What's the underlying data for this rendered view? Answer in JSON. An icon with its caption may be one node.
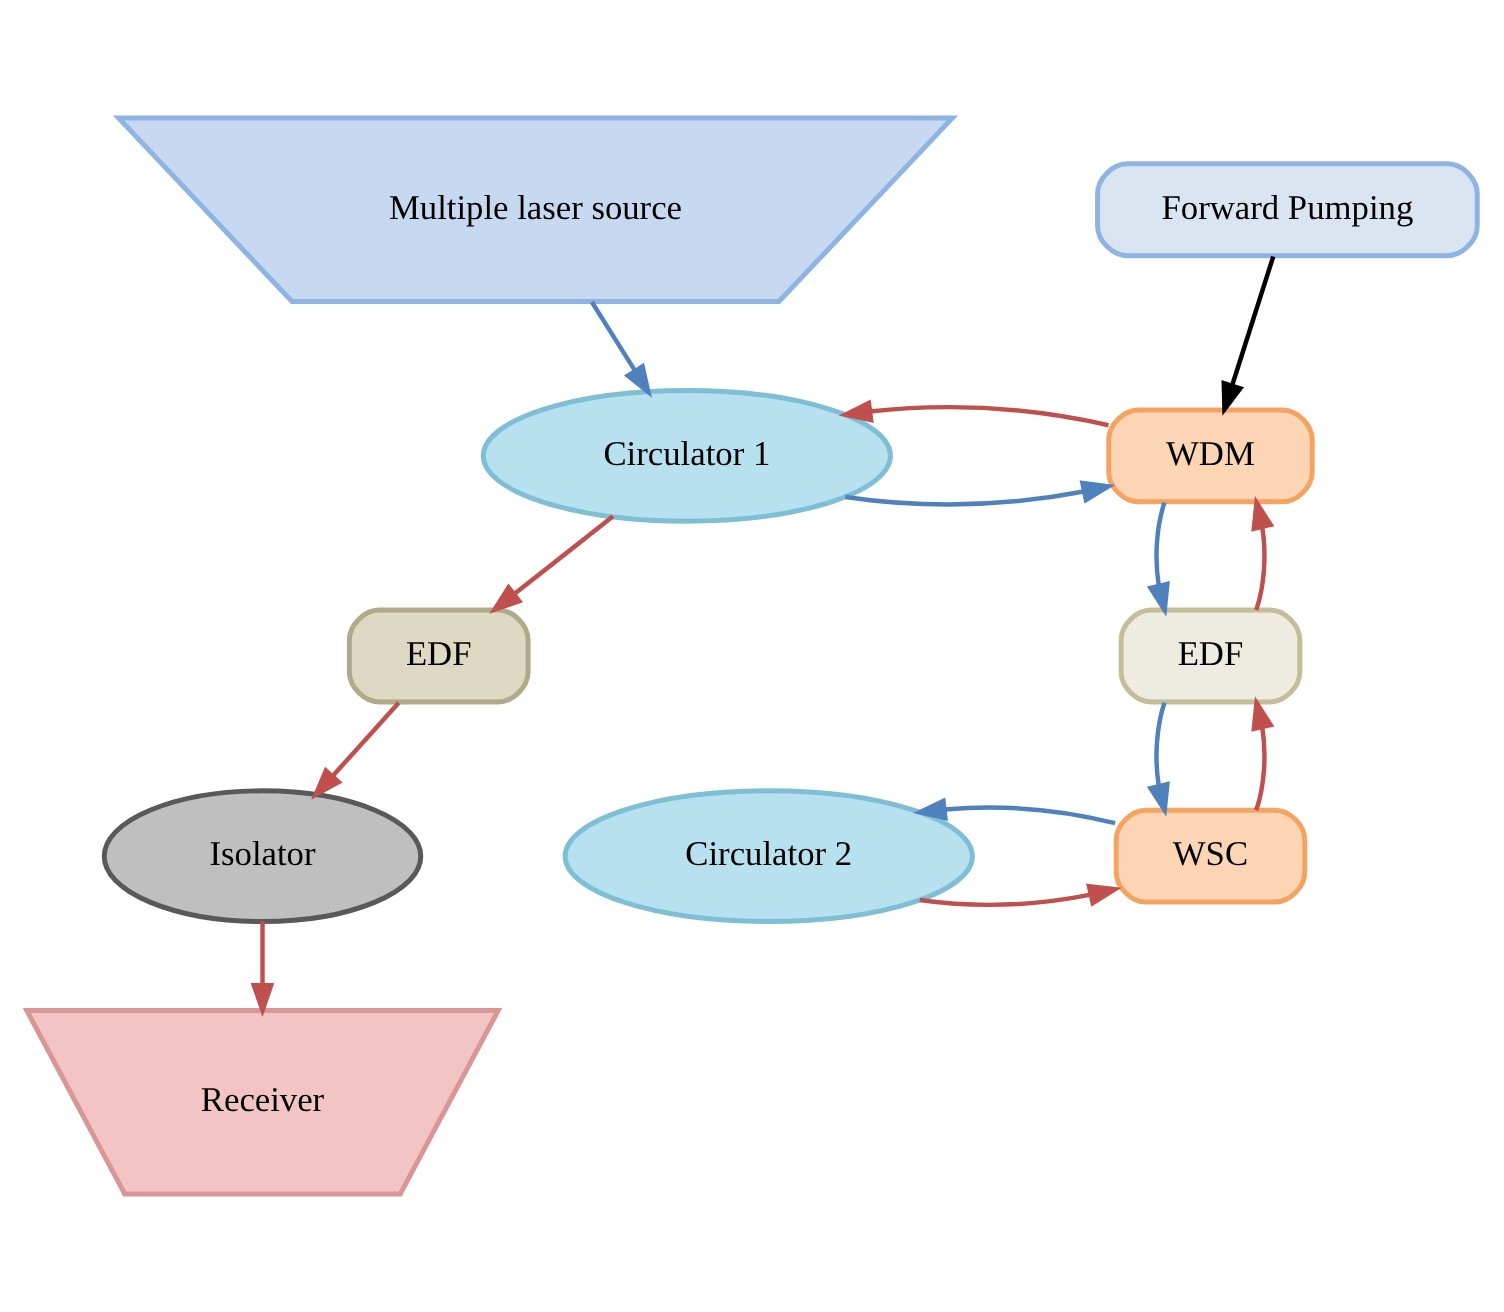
{
  "diagram": {
    "nodes": [
      {
        "text": [
          "Multiple laser source"
        ]
      },
      {
        "text": [
          "Circulator 1"
        ]
      },
      {
        "text": [
          "WDM"
        ]
      },
      {
        "text": [
          "EDF"
        ]
      },
      {
        "text": [
          "Forward Pumping"
        ]
      },
      {
        "text": [
          "Isolator"
        ]
      },
      {
        "text": [
          "EDF"
        ]
      },
      {
        "text": [
          "Receiver"
        ]
      },
      {
        "text": [
          "Circulator 2"
        ]
      },
      {
        "text": [
          "WSC"
        ]
      }
    ],
    "edges": [
      {
        "from": 0,
        "to": 1,
        "arrow": "to",
        "color": "#4f81bd"
      },
      {
        "from": 1,
        "to": 2,
        "arrow": "to",
        "color": "#4f81bd"
      },
      {
        "from": 2,
        "to": 1,
        "arrow": "to"
      },
      {
        "from": 1,
        "to": 3,
        "arrow": "to"
      },
      {
        "from": 3,
        "to": 5,
        "arrow": "to"
      },
      {
        "from": 5,
        "to": 7,
        "arrow": "to"
      },
      {
        "from": 4,
        "to": 2,
        "arrow": "to",
        "color": "#000000"
      },
      {
        "from": 2,
        "to": 6,
        "arrow": "to",
        "color": "#4f81bd"
      },
      {
        "from": 6,
        "to": 2,
        "arrow": "to"
      },
      {
        "from": 9,
        "to": 6,
        "arrow": "to"
      },
      {
        "from": 6,
        "to": 9,
        "arrow": "to",
        "color": "#4f81bd"
      },
      {
        "from": 8,
        "to": 9,
        "arrow": "to"
      },
      {
        "from": 9,
        "to": 8,
        "arrow": "to",
        "color": "#4f81bd"
      }
    ]
  }
}
